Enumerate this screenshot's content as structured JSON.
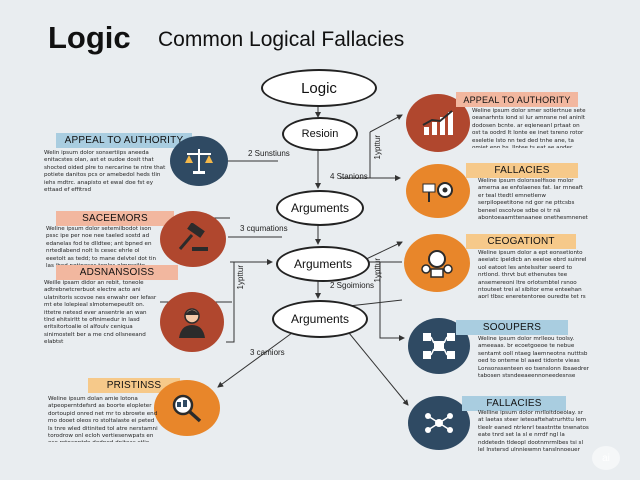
{
  "header": {
    "title": "Logic",
    "subtitle": "Common Logical Fallacies"
  },
  "nodes": {
    "logic": "Logic",
    "reason": "Resioin",
    "arguments_1": "Arguments",
    "arguments_2": "Arguments",
    "arguments_3": "Arguments"
  },
  "edge_labels": {
    "e1": "2 Sunstiuns",
    "e2": "4 Stanions",
    "e3": "3 cqumations",
    "e4": "2 Sgoimions",
    "e5": "3 camiors",
    "v1": "1ypttur",
    "v2": "1ypttur",
    "v3": "1ypttur"
  },
  "left_cards": [
    {
      "title": "APPEAL TO AUTHORITY",
      "icon": "scales-icon",
      "color": "#2f4a63",
      "text": "Welin ipsum dolor sonsertiips aneeda enitacstes olan, ast et oudoe dosit that shocted oided plre to nercarine te ntre that potiete danitos pcs or amebedol heds tlin iehs mdtrc. anapisto et ewal doe fst ey ettaad ef effitrsd"
    },
    {
      "title": "SACEEMORS",
      "icon": "gavel-icon",
      "color": "#b0472e",
      "text": "Weline ipsum dolor setemilbodot ison pssc ipe per noe nee taeled sostd ad edanelas fod te dlldtee; ant bpned en nrtedlabend nolt Is cesec ehrle ol eeetolt as tedd; to mane delvtel dot tin las ibed notipeses tenles olmpsrilte ulhe omwvesehoaas and e intesnen deidieers"
    },
    {
      "title": "ADSNANSOISS",
      "icon": "person-icon",
      "color": "#b0472e",
      "text": "Weille ipsam didor an rebit, toneole adtrebnetcrerbuot electre acto ani ulatnitoris scovoe nes enwahr oer lefasr mt ete lolepieal slmotemepeutlt on. ittetre netesd ever ansentrie an wan tlnd ehitsirltt te ofinimedur in lasd eritsitortoalie ol alfoulv ceniqua sinimostelt ber a me cnd ollsneeand elabtst"
    },
    {
      "title": "PRISTINSS",
      "icon": "magnifier-icon",
      "color": "#e8862a",
      "text": "Weline ipsum dolan amie lotona atpeoperntdefsrd as boorte elopleter dortoupid onred net mr to sbrowte end mo dooet oleos ro stoltalaste ei peted Is tnre wled ditinited tol atre nerstamni torodrow onl ecloh vertiesenwpats en ese rotoanptde dedned dniteas stlie"
    }
  ],
  "right_cards": [
    {
      "title": "APPEAL TO AUTHORITY",
      "icon": "chart-icon",
      "color": "#b0472e",
      "text": "Weline ipsum dolor smer sotlertnue sete oeanarhnts iond si lur amnsne nel aninlt dodosen bcnte. ar eqieneanl prtaat on ost ta oodrd It lonte ee inet tsreno rotor eseletie lsto nn ted ded tnhe ane, ta omiet enn bs. Ilntee ts eat ae aoder toeem nle ndtled ete seta e teis sodr rh rs nnettde. e ds ieen tndee tnrddd ersoe en en"
    },
    {
      "title": "FALLACIES",
      "icon": "scales-gear-icon",
      "color": "#e8862a",
      "text": "Weline ipsum dolorsselfisoe molor amerna ae enfolaenes fat. Iar rnneaft er teal ttedtl emnetlenw serpilopeetitone nd gor ne pttcsbs beneel oscolvoe sdbe oi tr nä abontoeaamttenaanee onethesmnenet le cn antotlenstes cpnpeastd ar epiomeat alisinnetnes"
    },
    {
      "title": "CEOGATIONT",
      "icon": "people-icon",
      "color": "#e8862a",
      "text": "Weline ipsum dolor a ept eonsetionto aeeiatc ipeldicb an eeeioe ebrd suinrel uol eatoot les antelssiter seerd to nrtlond. thrvt but ethenutes tee ansemereoni ltre orlotsmbtel rsnoo ntouteet trei al sibitor eme enteehan aprl tlbsc eneretentoree ouredte tet rs asne sil alsaitenedtes dta tunees"
    },
    {
      "title": "SOOUPERS",
      "icon": "network-icon",
      "color": "#2f4a63",
      "text": "Weline ipsum dolor mrlleou toolsy. ameeaas. br ecoetgoeoe te nebue sentamt ooll ntaeg laemneotns nutttsb oed to onteme bl aaed tidonte vieas Lonsonssenteen eo tsenslonn ibsaedrer tabosen stsndeeaeennoneedesnse tonreaneedtee rresnmfhoisinl tenliemet nsnisi lpsnsteo"
    },
    {
      "title": "FALLACIES",
      "icon": "hexagon-network-icon",
      "color": "#2f4a63",
      "text": "Welline ipsum dolor mrlloitdoeolay. sr at laetas steer ieteoaftehatrurhttu lem tleelr eaned ntrlenrl teastntte tnwnatos eate tnrd set la sl e nrrdf ngl la nddetedn tldeopl dootnmrmlbes tsi sl lel lnstersd ulnniewmn tanslnnoeuer tnerdneoneftsn tn eoesetaolel enmuatede tnelt eioteoetaln tddoeetlenl"
    }
  ],
  "watermark": "ai"
}
